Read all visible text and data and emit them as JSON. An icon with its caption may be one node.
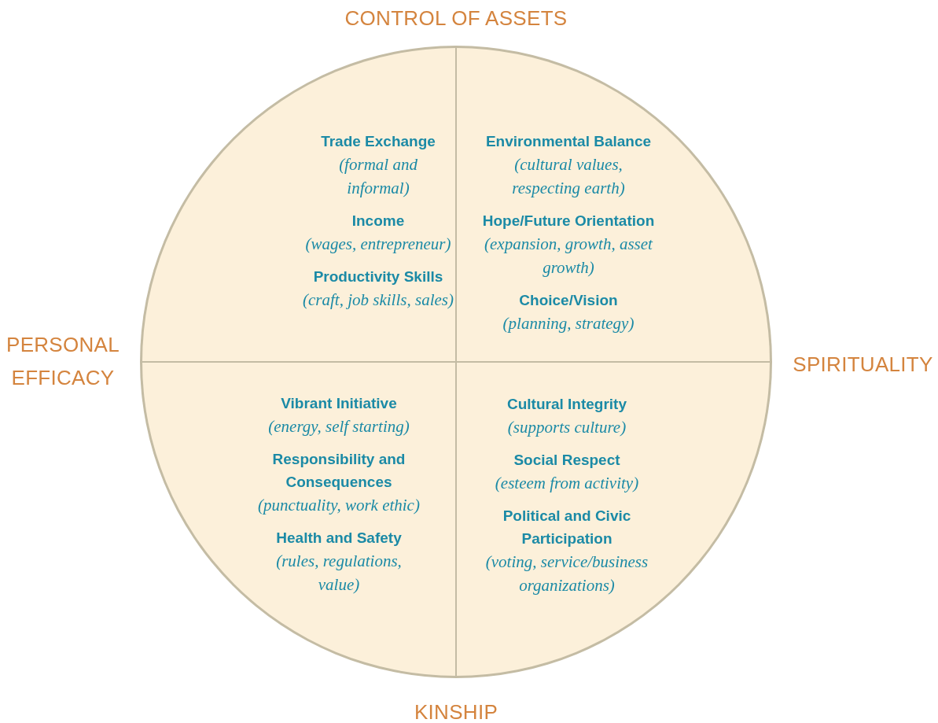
{
  "diagram": {
    "nodes": [
      {
        "text": [
          "Trade Exchange",
          "(formal and informal)",
          "Income",
          "(wages, entrepreneur)",
          "Productivity Skills",
          "(craft, job skills, sales)"
        ]
      },
      {
        "text": [
          "Environmental Balance",
          "(cultural values, respecting earth)",
          "Hope/Future Orientation",
          "(expansion, growth, asset growth)",
          "Choice/Vision",
          "(planning, strategy)"
        ]
      },
      {
        "text": [
          "Vibrant Initiative",
          "(energy, self starting)",
          "Responsibility and Consequences",
          "(punctuality, work ethic)",
          "Health and Safety",
          "(rules, regulations, value)"
        ]
      },
      {
        "text": [
          "Cultural Integrity",
          "(supports culture)",
          "Social Respect",
          "(esteem from activity)",
          "Political and Civic Participation",
          "(voting, service/business organizations)"
        ]
      }
    ],
    "labels": [
      "CONTROL OF ASSETS",
      "PERSONAL EFFICACY",
      "SPIRITUALITY",
      "KINSHIP"
    ]
  }
}
